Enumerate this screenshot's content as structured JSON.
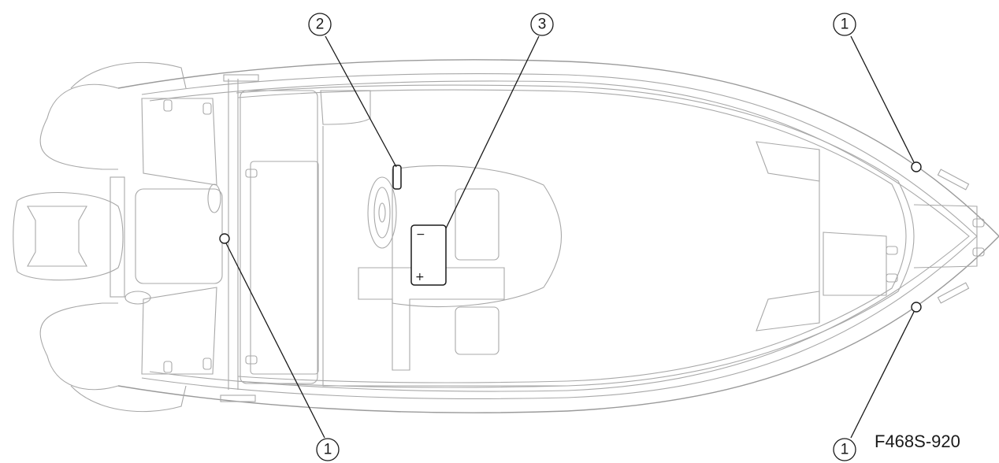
{
  "figure": {
    "code": "F468S-920",
    "callouts": {
      "drain_plug_bow_top": "1",
      "drain_plug_bow_bottom": "1",
      "drain_plug_transom": "1",
      "fuse_box": "2",
      "battery": "3"
    },
    "battery_terminals": {
      "negative": "−",
      "positive": "+"
    }
  }
}
